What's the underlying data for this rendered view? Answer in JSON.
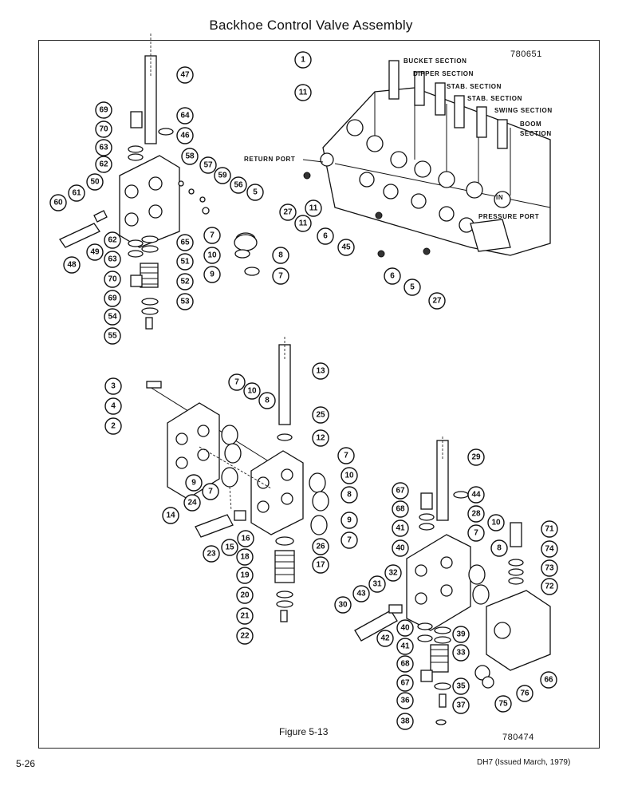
{
  "page": {
    "title": "Backhoe Control Valve Assembly",
    "figure_caption": "Figure 5-13",
    "code_top": "780651",
    "code_bottom": "780474",
    "page_number": "5-26",
    "issue_note": "DH7 (Issued March, 1979)"
  },
  "section_labels": {
    "bucket": "BUCKET SECTION",
    "dipper": "DIPPER SECTION",
    "stab1": "STAB. SECTION",
    "stab2": "STAB. SECTION",
    "swing": "SWING SECTION",
    "boom1": "BOOM",
    "boom2": "SECTION",
    "return_port": "RETURN PORT",
    "pressure_port": "PRESSURE PORT",
    "in_mark": "IN"
  },
  "callouts": [
    "1",
    "11",
    "5",
    "27",
    "11",
    "11",
    "6",
    "45",
    "6",
    "5",
    "27",
    "47",
    "69",
    "70",
    "64",
    "46",
    "63",
    "62",
    "58",
    "57",
    "59",
    "56",
    "50",
    "61",
    "60",
    "48",
    "49",
    "62",
    "65",
    "63",
    "51",
    "70",
    "52",
    "69",
    "53",
    "54",
    "55",
    "7",
    "10",
    "8",
    "9",
    "7",
    "13",
    "3",
    "4",
    "2",
    "7",
    "10",
    "8",
    "25",
    "12",
    "9",
    "7",
    "7",
    "10",
    "8",
    "9",
    "7",
    "14",
    "24",
    "16",
    "23",
    "15",
    "26",
    "18",
    "17",
    "19",
    "20",
    "21",
    "22",
    "29",
    "67",
    "44",
    "68",
    "28",
    "41",
    "7",
    "10",
    "71",
    "40",
    "8",
    "74",
    "73",
    "72",
    "31",
    "32",
    "43",
    "30",
    "42",
    "40",
    "39",
    "41",
    "33",
    "68",
    "35",
    "67",
    "36",
    "37",
    "38",
    "76",
    "75",
    "66"
  ]
}
